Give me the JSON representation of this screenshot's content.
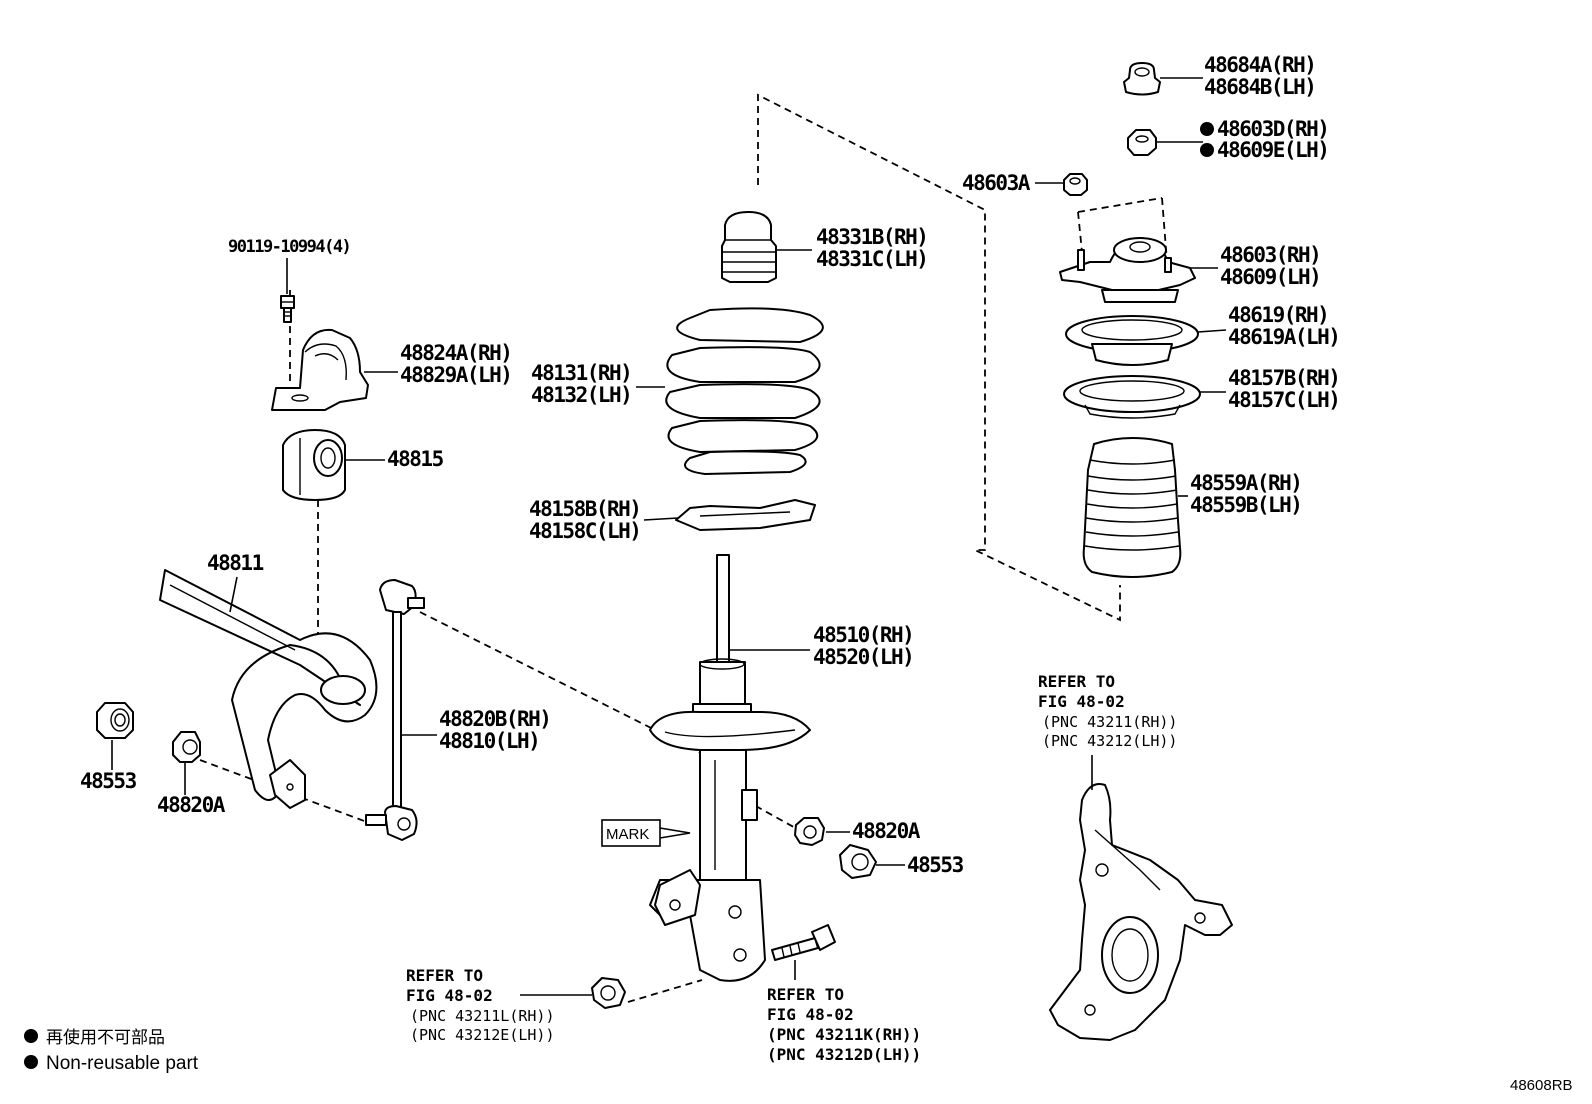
{
  "labels": {
    "bolt_90119": "90119-10994(4)",
    "bracket_rh": "48824A(RH)",
    "bracket_lh": "48829A(LH)",
    "bushing": "48815",
    "stabilizer_bar": "48811",
    "nut_48553_left": "48553",
    "nut_48820a_left": "48820A",
    "link_rh": "48820B(RH)",
    "link_lh": "48810(LH)",
    "bumper_rh": "48331B(RH)",
    "bumper_lh": "48331C(LH)",
    "spring_rh": "48131(RH)",
    "spring_lh": "48132(LH)",
    "lower_insulator_rh": "48158B(RH)",
    "lower_insulator_lh": "48158C(LH)",
    "absorber_rh": "48510(RH)",
    "absorber_lh": "48520(LH)",
    "mark": "MARK",
    "nut_48820a_right": "48820A",
    "nut_48553_right": "48553",
    "cap_rh": "48684A(RH)",
    "cap_lh": "48684B(LH)",
    "nut_top_rh": "48603D(RH)",
    "nut_top_lh": "48609E(LH)",
    "nut_48603a": "48603A",
    "support_rh": "48603(RH)",
    "support_lh": "48609(LH)",
    "bearing_rh": "48619(RH)",
    "bearing_lh": "48619A(LH)",
    "upper_insulator_rh": "48157B(RH)",
    "upper_insulator_lh": "48157C(LH)",
    "boot_rh": "48559A(RH)",
    "boot_lh": "48559B(LH)"
  },
  "refs": {
    "knuckle": {
      "line1": "REFER TO",
      "line2": "FIG 48-02",
      "line3": "(PNC 43211(RH))",
      "line4": "(PNC 43212(LH))"
    },
    "bottom_nut": {
      "line1": "REFER TO",
      "line2": "FIG 48-02",
      "line3": "(PNC 43211L(RH))",
      "line4": "(PNC 43212E(LH))"
    },
    "bottom_bolt": {
      "line1": "REFER TO",
      "line2": "FIG 48-02",
      "line3": "(PNC 43211K(RH))",
      "line4": "(PNC 43212D(LH))"
    }
  },
  "legend": {
    "japanese": "再使用不可部品",
    "english": "Non-reusable part"
  },
  "figure_code": "48608RB"
}
